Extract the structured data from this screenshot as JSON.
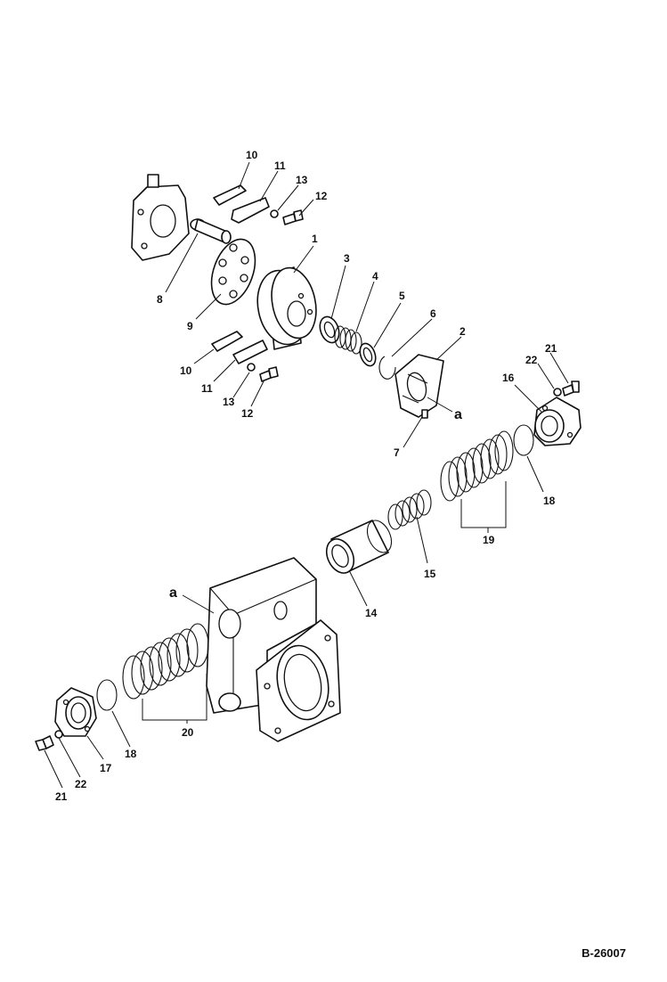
{
  "callouts": {
    "c1": "1",
    "c2": "2",
    "c3": "3",
    "c4": "4",
    "c5": "5",
    "c6": "6",
    "c7": "7",
    "c8": "8",
    "c9": "9",
    "c10_top": "10",
    "c10_bot": "10",
    "c11_top": "11",
    "c11_bot": "11",
    "c12_top": "12",
    "c12_bot": "12",
    "c13_top": "13",
    "c13_bot": "13",
    "c14": "14",
    "c15": "15",
    "c16": "16",
    "c17": "17",
    "c18_right": "18",
    "c18_left": "18",
    "c19": "19",
    "c20": "20",
    "c21_right": "21",
    "c21_left": "21",
    "c22_right": "22",
    "c22_left": "22",
    "a_upper": "a",
    "a_lower": "a"
  },
  "reference_code": "B-26007"
}
